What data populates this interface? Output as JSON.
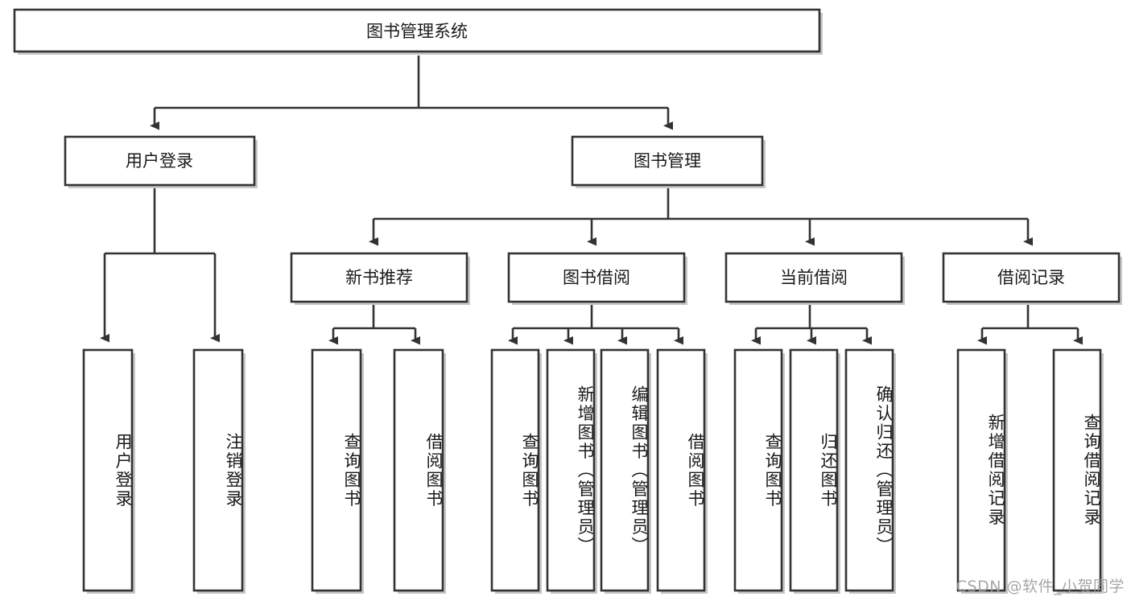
{
  "diagram": {
    "type": "tree-hierarchy",
    "orientation": "top-down",
    "title": "图书管理系统",
    "colors": {
      "box_border": "#333333",
      "box_fill": "#ffffff",
      "edge": "#333333",
      "text": "#1a1a1a",
      "watermark": "#9e9e9e",
      "background": "#ffffff"
    },
    "levels": {
      "root": {
        "label": "图书管理系统"
      },
      "level2": [
        {
          "label": "用户登录"
        },
        {
          "label": "图书管理"
        }
      ],
      "level3": [
        {
          "label": "新书推荐"
        },
        {
          "label": "图书借阅"
        },
        {
          "label": "当前借阅"
        },
        {
          "label": "借阅记录"
        }
      ],
      "leaves": {
        "user_login": [
          {
            "label": "用户登录"
          },
          {
            "label": "注销登录"
          }
        ],
        "new_book_recommend": [
          {
            "label": "查询图书"
          },
          {
            "label": "借阅图书"
          }
        ],
        "book_borrow": [
          {
            "label": "查询图书"
          },
          {
            "label": "新增图书（管理员）"
          },
          {
            "label": "编辑图书（管理员）"
          },
          {
            "label": "借阅图书"
          }
        ],
        "current_borrow": [
          {
            "label": "查询图书"
          },
          {
            "label": "归还图书"
          },
          {
            "label": "确认归还（管理员）"
          }
        ],
        "borrow_record": [
          {
            "label": "新增借阅记录"
          },
          {
            "label": "查询借阅记录"
          }
        ]
      }
    },
    "edges": [
      {
        "from": "图书管理系统",
        "to": "用户登录"
      },
      {
        "from": "图书管理系统",
        "to": "图书管理"
      },
      {
        "from": "图书管理",
        "to": "新书推荐"
      },
      {
        "from": "图书管理",
        "to": "图书借阅"
      },
      {
        "from": "图书管理",
        "to": "当前借阅"
      },
      {
        "from": "图书管理",
        "to": "借阅记录"
      },
      {
        "from": "用户登录",
        "to": "用户登录"
      },
      {
        "from": "用户登录",
        "to": "注销登录"
      },
      {
        "from": "新书推荐",
        "to": "查询图书"
      },
      {
        "from": "新书推荐",
        "to": "借阅图书"
      },
      {
        "from": "图书借阅",
        "to": "查询图书"
      },
      {
        "from": "图书借阅",
        "to": "新增图书（管理员）"
      },
      {
        "from": "图书借阅",
        "to": "编辑图书（管理员）"
      },
      {
        "from": "图书借阅",
        "to": "借阅图书"
      },
      {
        "from": "当前借阅",
        "to": "查询图书"
      },
      {
        "from": "当前借阅",
        "to": "归还图书"
      },
      {
        "from": "当前借阅",
        "to": "确认归还（管理员）"
      },
      {
        "from": "借阅记录",
        "to": "新增借阅记录"
      },
      {
        "from": "借阅记录",
        "to": "查询借阅记录"
      }
    ]
  },
  "watermark": {
    "text": "CSDN @软件_小贺同学"
  }
}
